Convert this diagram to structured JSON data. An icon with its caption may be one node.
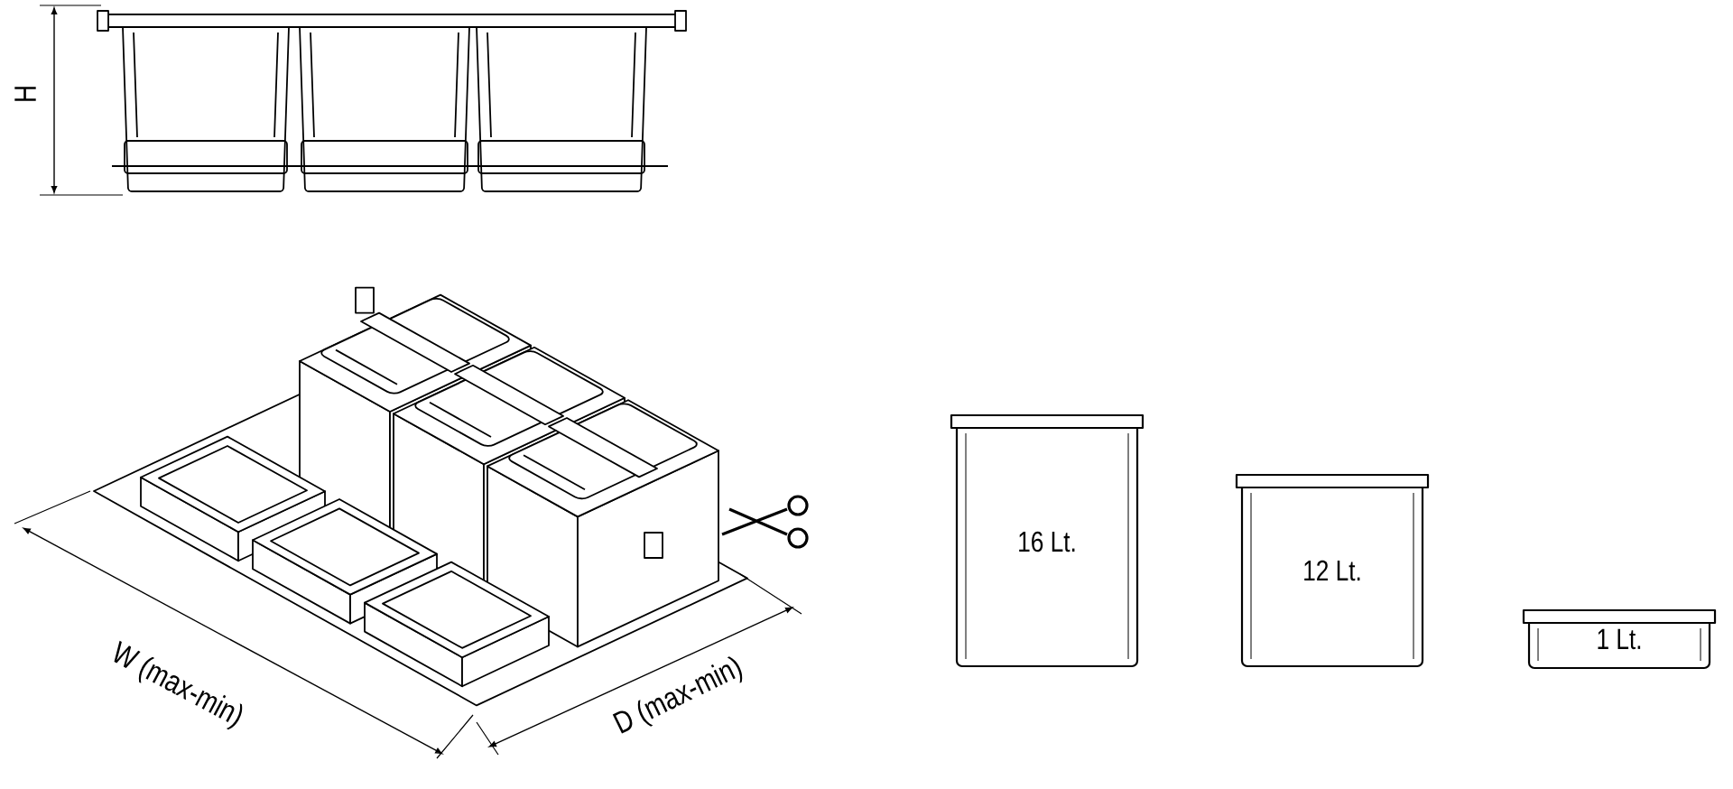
{
  "diagram": {
    "nodes": [
      {
        "text": [
          "16 Lt."
        ]
      },
      {
        "text": [
          "12 Lt."
        ]
      },
      {
        "text": [
          "1 Lt."
        ]
      }
    ],
    "labels": [
      "H",
      "W (max-min)",
      "D (max-min)"
    ]
  }
}
